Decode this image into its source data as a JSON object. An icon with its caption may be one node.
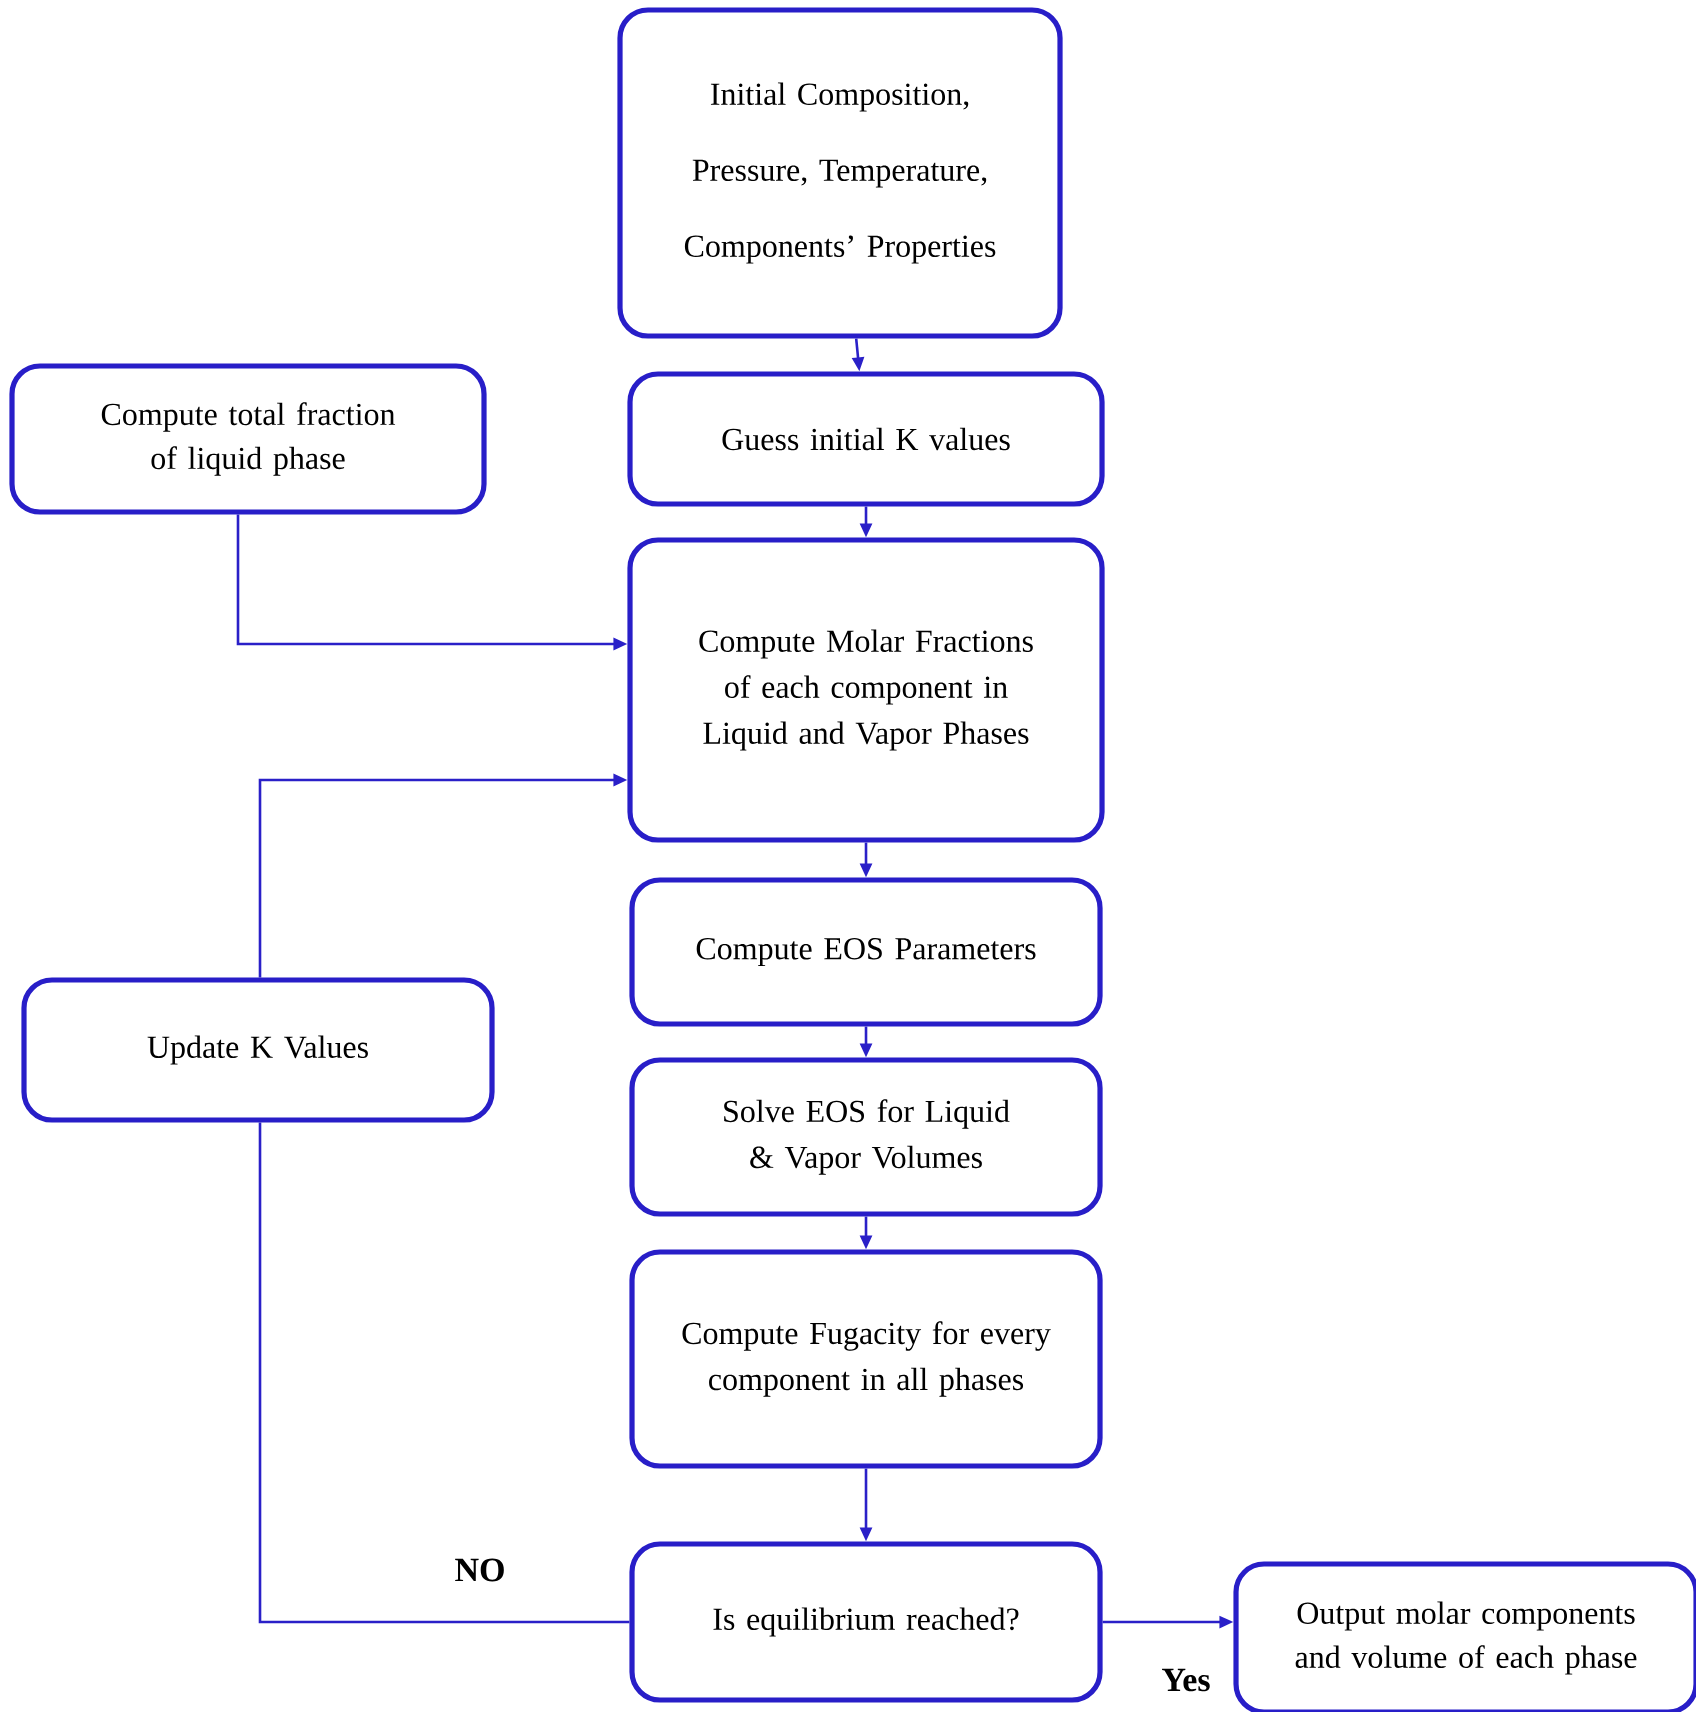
{
  "diagram": {
    "nodes": [
      {
        "text": [
          "Initial Composition, Pressure, Temperature, Components’ Properties"
        ]
      },
      {
        "text": [
          "Guess initial K values"
        ]
      },
      {
        "text": [
          "Compute total fraction of liquid phase"
        ]
      },
      {
        "text": [
          "Compute Molar Fractions of each component in Liquid and Vapor Phases"
        ]
      },
      {
        "text": [
          "Compute EOS Parameters"
        ]
      },
      {
        "text": [
          "Update K Values"
        ]
      },
      {
        "text": [
          "Solve EOS for Liquid & Vapor Volumes"
        ]
      },
      {
        "text": [
          "Compute Fugacity for every component in all phases"
        ]
      },
      {
        "text": [
          "Is equilibrium reached?"
        ]
      },
      {
        "text": [
          "Output molar components and volume of each phase"
        ]
      }
    ],
    "edges": [
      {
        "from": 0,
        "to": 1,
        "arrow": "to"
      },
      {
        "from": 1,
        "to": 3,
        "arrow": "to"
      },
      {
        "from": 2,
        "to": 3,
        "arrow": "to"
      },
      {
        "from": 5,
        "to": 3,
        "arrow": "to"
      },
      {
        "from": 3,
        "to": 4,
        "arrow": "to"
      },
      {
        "from": 4,
        "to": 6,
        "arrow": "to"
      },
      {
        "from": 6,
        "to": 7,
        "arrow": "to"
      },
      {
        "from": 7,
        "to": 8,
        "arrow": "to"
      },
      {
        "from": 8,
        "to": 5,
        "arrow": "none",
        "label": "NO"
      },
      {
        "from": 8,
        "to": 9,
        "arrow": "to",
        "label": "Yes"
      }
    ]
  }
}
